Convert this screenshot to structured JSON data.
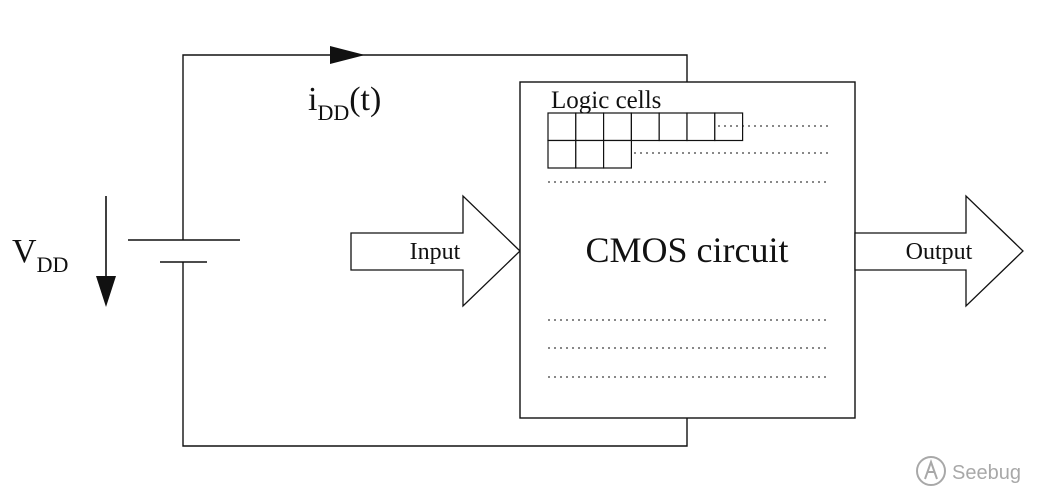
{
  "diagram": {
    "current": {
      "main": "i",
      "sub": "DD",
      "suffix": "(t)"
    },
    "voltage": {
      "main": "V",
      "sub": "DD"
    },
    "input_label": "Input",
    "output_label": "Output",
    "block_label": "CMOS circuit",
    "cells_label": "Logic cells",
    "cell_rows": [
      7,
      3
    ]
  },
  "watermark": {
    "text": "Seebug"
  }
}
